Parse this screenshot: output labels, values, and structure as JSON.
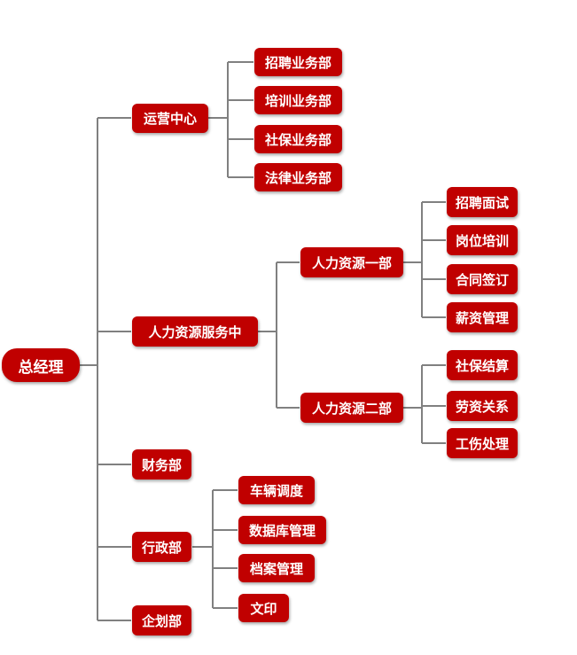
{
  "root": {
    "label": "总经理"
  },
  "level1": [
    {
      "label": "运营中心"
    },
    {
      "label": "人力资源服务中"
    },
    {
      "label": "财务部"
    },
    {
      "label": "行政部"
    },
    {
      "label": "企划部"
    }
  ],
  "ops_children": [
    {
      "label": "招聘业务部"
    },
    {
      "label": "培训业务部"
    },
    {
      "label": "社保业务部"
    },
    {
      "label": "法律业务部"
    }
  ],
  "hr_children": [
    {
      "label": "人力资源一部"
    },
    {
      "label": "人力资源二部"
    }
  ],
  "hr1_children": [
    {
      "label": "招聘面试"
    },
    {
      "label": "岗位培训"
    },
    {
      "label": "合同签订"
    },
    {
      "label": "薪资管理"
    }
  ],
  "hr2_children": [
    {
      "label": "社保结算"
    },
    {
      "label": "劳资关系"
    },
    {
      "label": "工伤处理"
    }
  ],
  "admin_children": [
    {
      "label": "车辆调度"
    },
    {
      "label": "数据库管理"
    },
    {
      "label": "档案管理"
    },
    {
      "label": "文印"
    }
  ],
  "colors": {
    "node": "#c00000",
    "text": "#ffffff",
    "connector": "#808080"
  }
}
